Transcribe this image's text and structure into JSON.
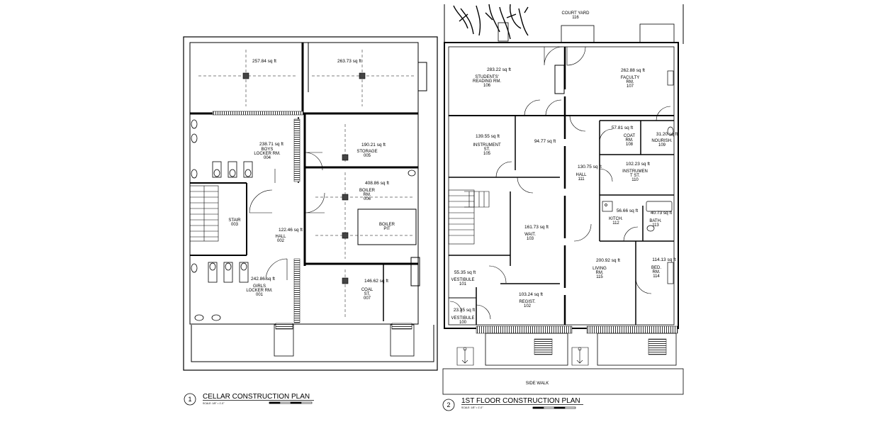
{
  "cellar": {
    "title": "CELLAR CONSTRUCTION PLAN",
    "number": "1",
    "scale": "SCALE: 1/8\" = 1'-0\"",
    "areas": {
      "nw": "257.84 sq ft",
      "ne": "263.73 sq ft",
      "boys": "238.71 sq ft",
      "storage": "190.21 sq ft",
      "boiler": "408.86 sq ft",
      "hall": "122.46 sq ft",
      "girls": "242.86 sq ft",
      "coal": "146.62 sq ft"
    },
    "rooms": {
      "boys": [
        "BOYS",
        "LOCKER RM.",
        "004"
      ],
      "storage": [
        "STORAGE",
        "005"
      ],
      "boiler": [
        "BOILER",
        "RM.",
        "006"
      ],
      "stair": [
        "STAIR",
        "003"
      ],
      "hall": [
        "HALL",
        "002"
      ],
      "pit": [
        "BOILER",
        "PIT"
      ],
      "girls": [
        "GIRLS",
        "LOCKER RM.",
        "001"
      ],
      "coal": [
        "COAL",
        "ST.",
        "007"
      ]
    }
  },
  "first": {
    "title": "1ST FLOOR CONSTRUCTION PLAN",
    "number": "2",
    "scale": "SCALE: 1/8\" = 1'-0\"",
    "courtyard": [
      "COURT YARD",
      "116"
    ],
    "sidewalk": "SIDE WALK",
    "areas": {
      "reading": "283.22 sq ft",
      "faculty": "262.88 sq ft",
      "instrument1": "139.55 sq ft",
      "small": "94.77 sq ft",
      "coat": "57.81 sq ft",
      "nourish": "31.20 sq ft",
      "hall": "130.75 sq ft",
      "instrument2": "102.23 sq ft",
      "kitch": "56.66 sq ft",
      "bath": "40.73 sq ft",
      "wait": "161.73 sq ft",
      "living": "200.92 sq ft",
      "bed": "114.13 sq ft",
      "vest101": "55.35 sq ft",
      "regist": "103.24 sq ft",
      "vest100": "23.35 sq ft"
    },
    "rooms": {
      "reading": [
        "STUDENTS'",
        "READING RM.",
        "106"
      ],
      "faculty": [
        "FACULTY",
        "RM.",
        "107"
      ],
      "instrument1": [
        "INSTRUMENT",
        "ST.",
        "105"
      ],
      "coat": [
        "COAT",
        "RM.",
        "108"
      ],
      "nourish": [
        "NOURISH.",
        "109"
      ],
      "hall": [
        "HALL",
        "111"
      ],
      "instrument2": [
        "INSTRUMEN",
        "T ST.",
        "110"
      ],
      "kitch": [
        "KITCH.",
        "112"
      ],
      "bath": [
        "BATH.",
        "113"
      ],
      "wait": [
        "WAIT.",
        "103"
      ],
      "living": [
        "LIVING",
        "RM.",
        "115"
      ],
      "bed": [
        "BED.",
        "RM.",
        "114"
      ],
      "vest101": [
        "VESTIBULE",
        "101"
      ],
      "regist": [
        "REGIST.",
        "102"
      ],
      "vest100": [
        "VESTIBULE",
        "100"
      ]
    }
  }
}
